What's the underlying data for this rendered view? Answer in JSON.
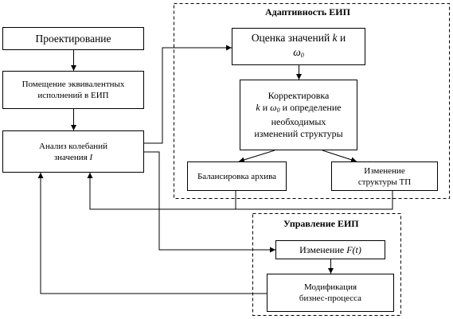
{
  "groups": {
    "adaptivity": "Адаптивность ЕИП",
    "management": "Управление ЕИП"
  },
  "boxes": {
    "design": "Проектирование",
    "placement_l1": "Помещение эквивалентных",
    "placement_l2": "исполнений в ЕИП",
    "analysis_l1": "Анализ колебаний",
    "analysis_l2": "значения",
    "analysis_var": "I",
    "estimate_l1": "Оценка значений",
    "estimate_k": "k",
    "estimate_and": "и",
    "estimate_omega": "ω",
    "estimate_omega_sub": "0",
    "correction_l1": "Корректировка",
    "correction_k": "k",
    "correction_and": "и",
    "correction_omega": "ω",
    "correction_omega_sub": "0",
    "correction_l2_tail": "и определение",
    "correction_l3": "необходимых",
    "correction_l4": "изменений структуры",
    "archive": "Балансировка архива",
    "tp_change_l1": "Изменение",
    "tp_change_l2": "структуры ТП",
    "f_change": "Изменение",
    "f_change_func": "F(t)",
    "bp_l1": "Модификация",
    "bp_l2": "бизнес-процесса"
  }
}
